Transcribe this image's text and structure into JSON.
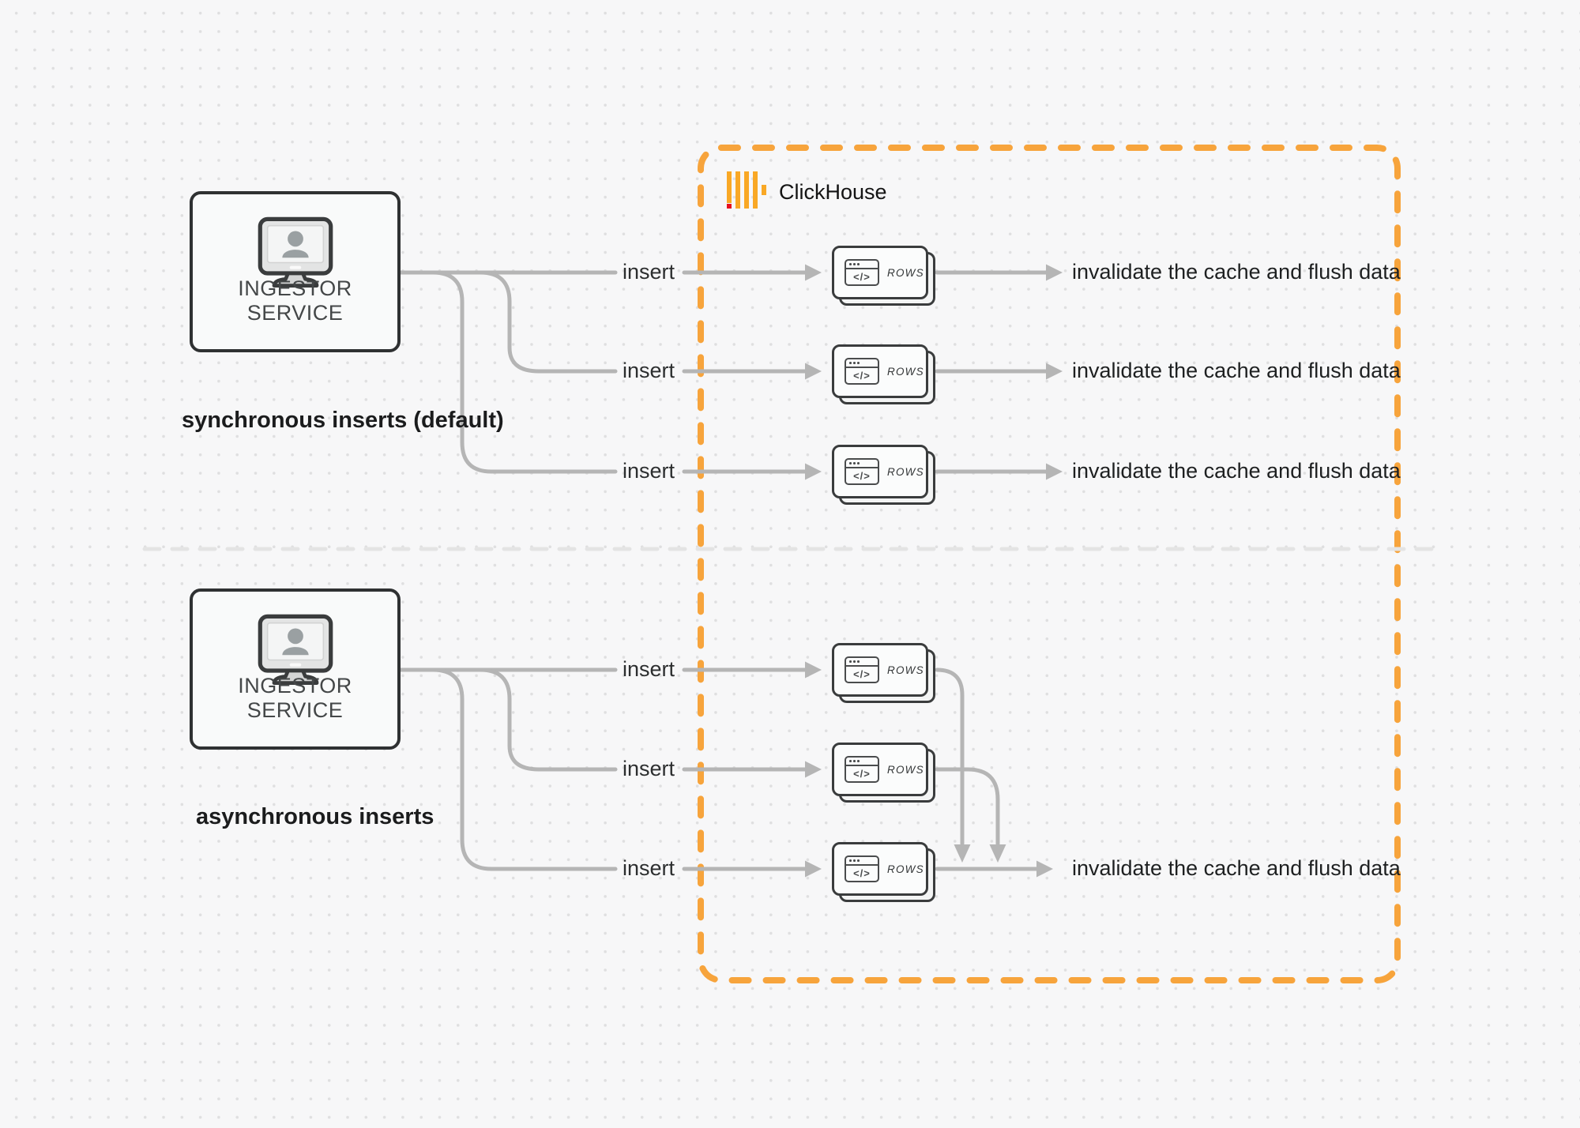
{
  "diagram": {
    "title": "ClickHouse",
    "sections": {
      "sync": {
        "label": "synchronous inserts (default)",
        "service": "INGESTOR SERVICE"
      },
      "async": {
        "label": "asynchronous inserts",
        "service": "INGESTOR SERVICE"
      }
    },
    "labels": {
      "insert": "insert",
      "invalidate": "invalidate the cache and flush data",
      "rows": "ROWS",
      "code": "</>"
    },
    "icons": {
      "service": "monitor-user-icon",
      "rows": "browser-code-icon",
      "logo": "clickhouse-bars-icon"
    },
    "colors": {
      "accent_orange": "#f7a43c",
      "logo_yellow": "#f9a825",
      "logo_red": "#e8101d",
      "connector_gray": "#b5b5b5",
      "divider_gray": "#e4e4e4",
      "node_border": "#2f3132",
      "background": "#f7f7f8"
    }
  }
}
